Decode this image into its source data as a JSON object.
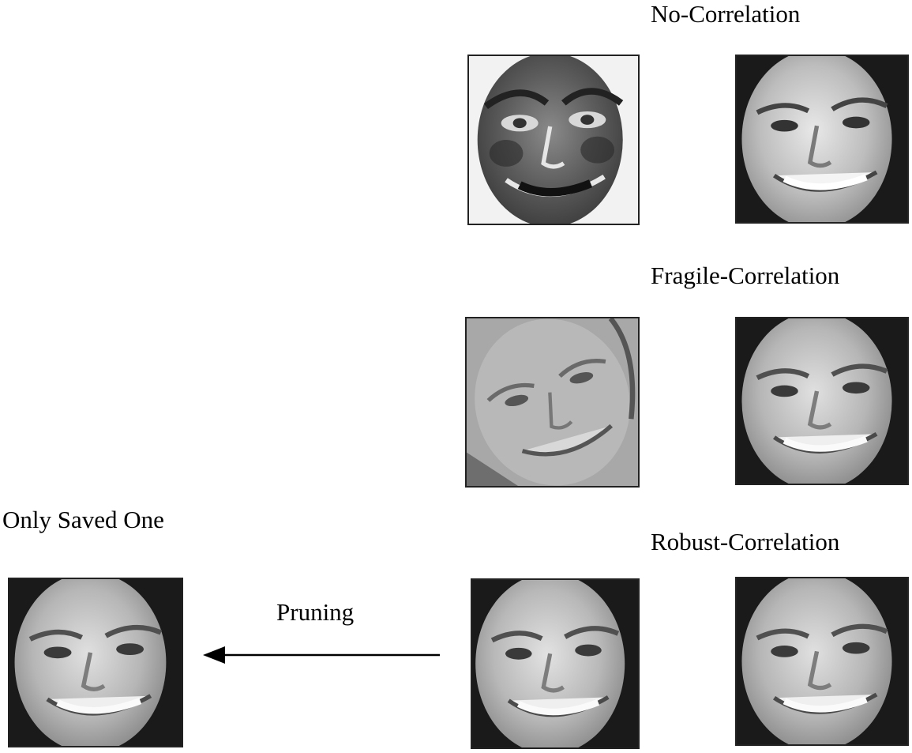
{
  "labels": {
    "no_correlation": "No-Correlation",
    "fragile_correlation": "Fragile-Correlation",
    "robust_correlation": "Robust-Correlation",
    "only_saved_one": "Only Saved One",
    "pruning": "Pruning"
  },
  "colors": {
    "text": "#000000",
    "frame": "#222222",
    "arrow": "#000000"
  },
  "faces": [
    {
      "id": "no-correlation-left",
      "style": "inverted"
    },
    {
      "id": "no-correlation-right",
      "style": "normal"
    },
    {
      "id": "fragile-correlation-left",
      "style": "tilted"
    },
    {
      "id": "fragile-correlation-right",
      "style": "normal"
    },
    {
      "id": "robust-correlation-left",
      "style": "normal"
    },
    {
      "id": "robust-correlation-right",
      "style": "normal"
    },
    {
      "id": "only-saved-one",
      "style": "normal"
    }
  ]
}
